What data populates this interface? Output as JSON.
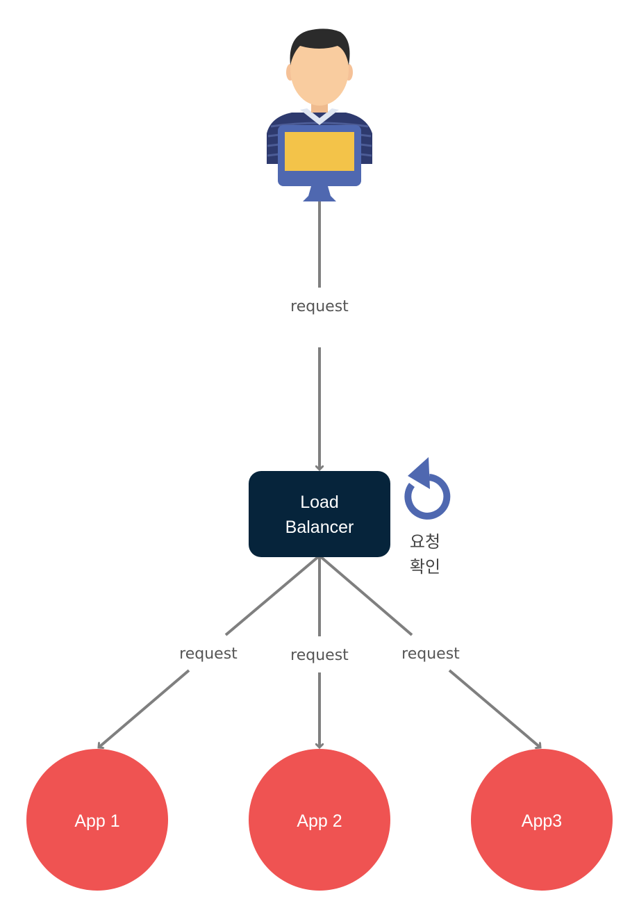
{
  "user": {
    "icon": "user-at-computer-icon"
  },
  "edges": {
    "user_to_lb": "request",
    "lb_to_app1": "request",
    "lb_to_app2": "request",
    "lb_to_app3": "request"
  },
  "load_balancer": {
    "line1": "Load",
    "line2": "Balancer",
    "color": "#06243b"
  },
  "note": {
    "icon": "refresh-icon",
    "line1": "요청",
    "line2": "확인",
    "icon_color": "#4f68b0"
  },
  "apps": [
    {
      "label": "App 1"
    },
    {
      "label": "App 2"
    },
    {
      "label": "App3"
    }
  ],
  "colors": {
    "app_fill": "#ef5352",
    "connector": "#7f7f7f"
  }
}
